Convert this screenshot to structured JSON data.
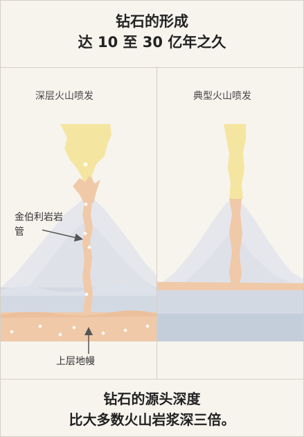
{
  "header": {
    "title_line1": "钻石的形成",
    "title_line2": "达 10 至 30 亿年之久"
  },
  "panels": {
    "left_label": "深层火山喷发",
    "right_label": "典型火山喷发"
  },
  "annotations": {
    "pipe_label": "金伯利岩岩管",
    "mantle_label": "上层地幔"
  },
  "footer": {
    "line1": "钻石的源头深度",
    "line2": "比大多数火山岩浆深三倍。"
  },
  "colors": {
    "background": "#f7f4ee",
    "mountain": "#e6e7ec",
    "rock_band": "#d3d9e3",
    "deep_band": "#c4cdda",
    "magma": "#f0c9a8",
    "plume": "#f4e6a0",
    "arrow": "#555555"
  }
}
